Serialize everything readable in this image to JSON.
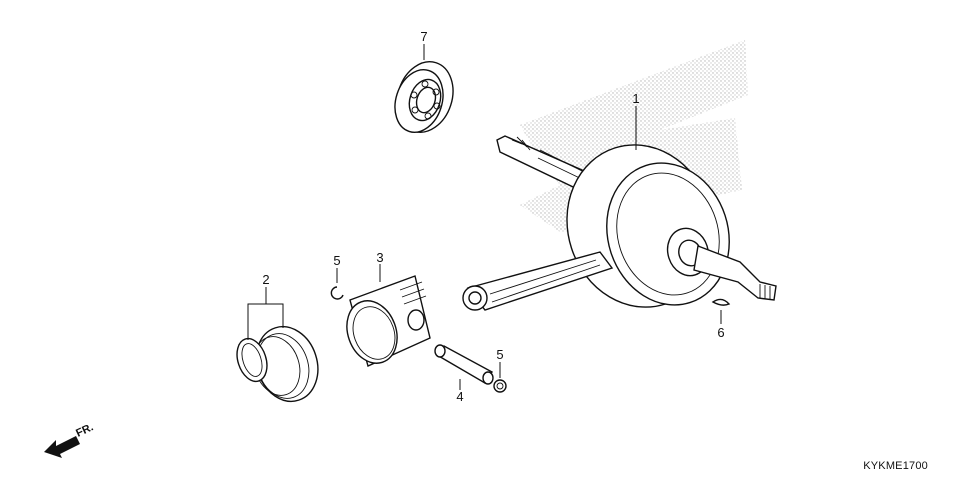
{
  "callouts": {
    "p1": "1",
    "p2": "2",
    "p3": "3",
    "p4": "4",
    "p5a": "5",
    "p5b": "5",
    "p6": "6",
    "p7": "7"
  },
  "front_arrow": {
    "label": "FR."
  },
  "diagram_code": "KYKME1700"
}
